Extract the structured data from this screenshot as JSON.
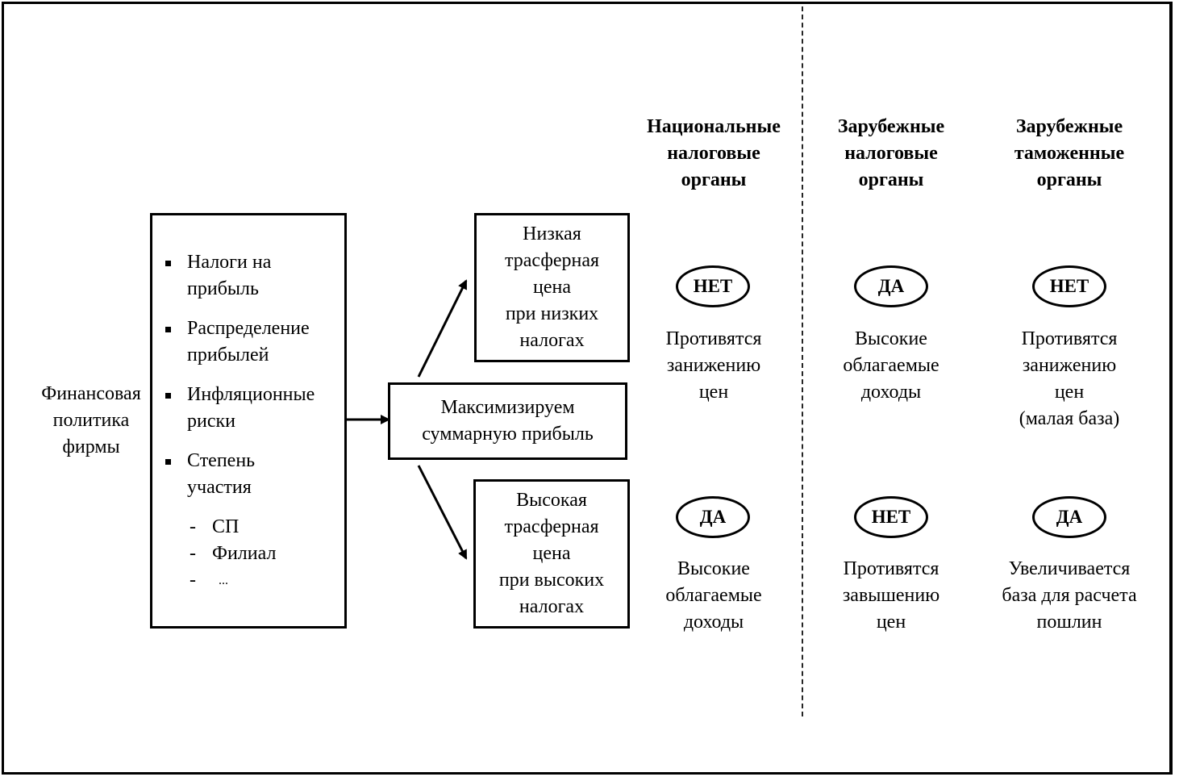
{
  "firm_policy": {
    "label_lines": [
      "Финансовая",
      "политика",
      "фирмы"
    ]
  },
  "factors_box": {
    "items": [
      {
        "lines": [
          "Налоги на",
          "прибыль"
        ]
      },
      {
        "lines": [
          "Распределение",
          "прибылей"
        ]
      },
      {
        "lines": [
          "Инфляционные",
          "риски"
        ]
      },
      {
        "lines": [
          "Степень",
          "участия"
        ]
      }
    ],
    "sub_items": [
      "СП",
      "Филиал",
      "..."
    ],
    "dash": "-"
  },
  "goal_box": {
    "lines": [
      "Максимизируем",
      "суммарную прибыль"
    ]
  },
  "low_price_box": {
    "lines": [
      "Низкая",
      "трасферная",
      "цена",
      "при низких",
      "налогах"
    ]
  },
  "high_price_box": {
    "lines": [
      "Высокая",
      "трасферная",
      "цена",
      "при высоких",
      "налогах"
    ]
  },
  "columns": [
    {
      "header_lines": [
        "Национальные",
        "налоговые",
        "органы"
      ],
      "low": {
        "answer": "НЕТ",
        "note_lines": [
          "Противятся",
          "занижению",
          "цен"
        ]
      },
      "high": {
        "answer": "ДА",
        "note_lines": [
          "Высокие",
          "облагаемые",
          "доходы"
        ]
      }
    },
    {
      "header_lines": [
        "Зарубежные",
        "налоговые",
        "органы"
      ],
      "low": {
        "answer": "ДА",
        "note_lines": [
          "Высокие",
          "облагаемые",
          "доходы"
        ]
      },
      "high": {
        "answer": "НЕТ",
        "note_lines": [
          "Противятся",
          "завышению",
          "цен"
        ]
      }
    },
    {
      "header_lines": [
        "Зарубежные",
        "таможенные",
        "органы"
      ],
      "low": {
        "answer": "НЕТ",
        "note_lines": [
          "Противятся",
          "занижению",
          "цен",
          "(малая база)"
        ]
      },
      "high": {
        "answer": "ДА",
        "note_lines": [
          "Увеличивается",
          "база для расчета",
          "пошлин"
        ]
      }
    }
  ]
}
